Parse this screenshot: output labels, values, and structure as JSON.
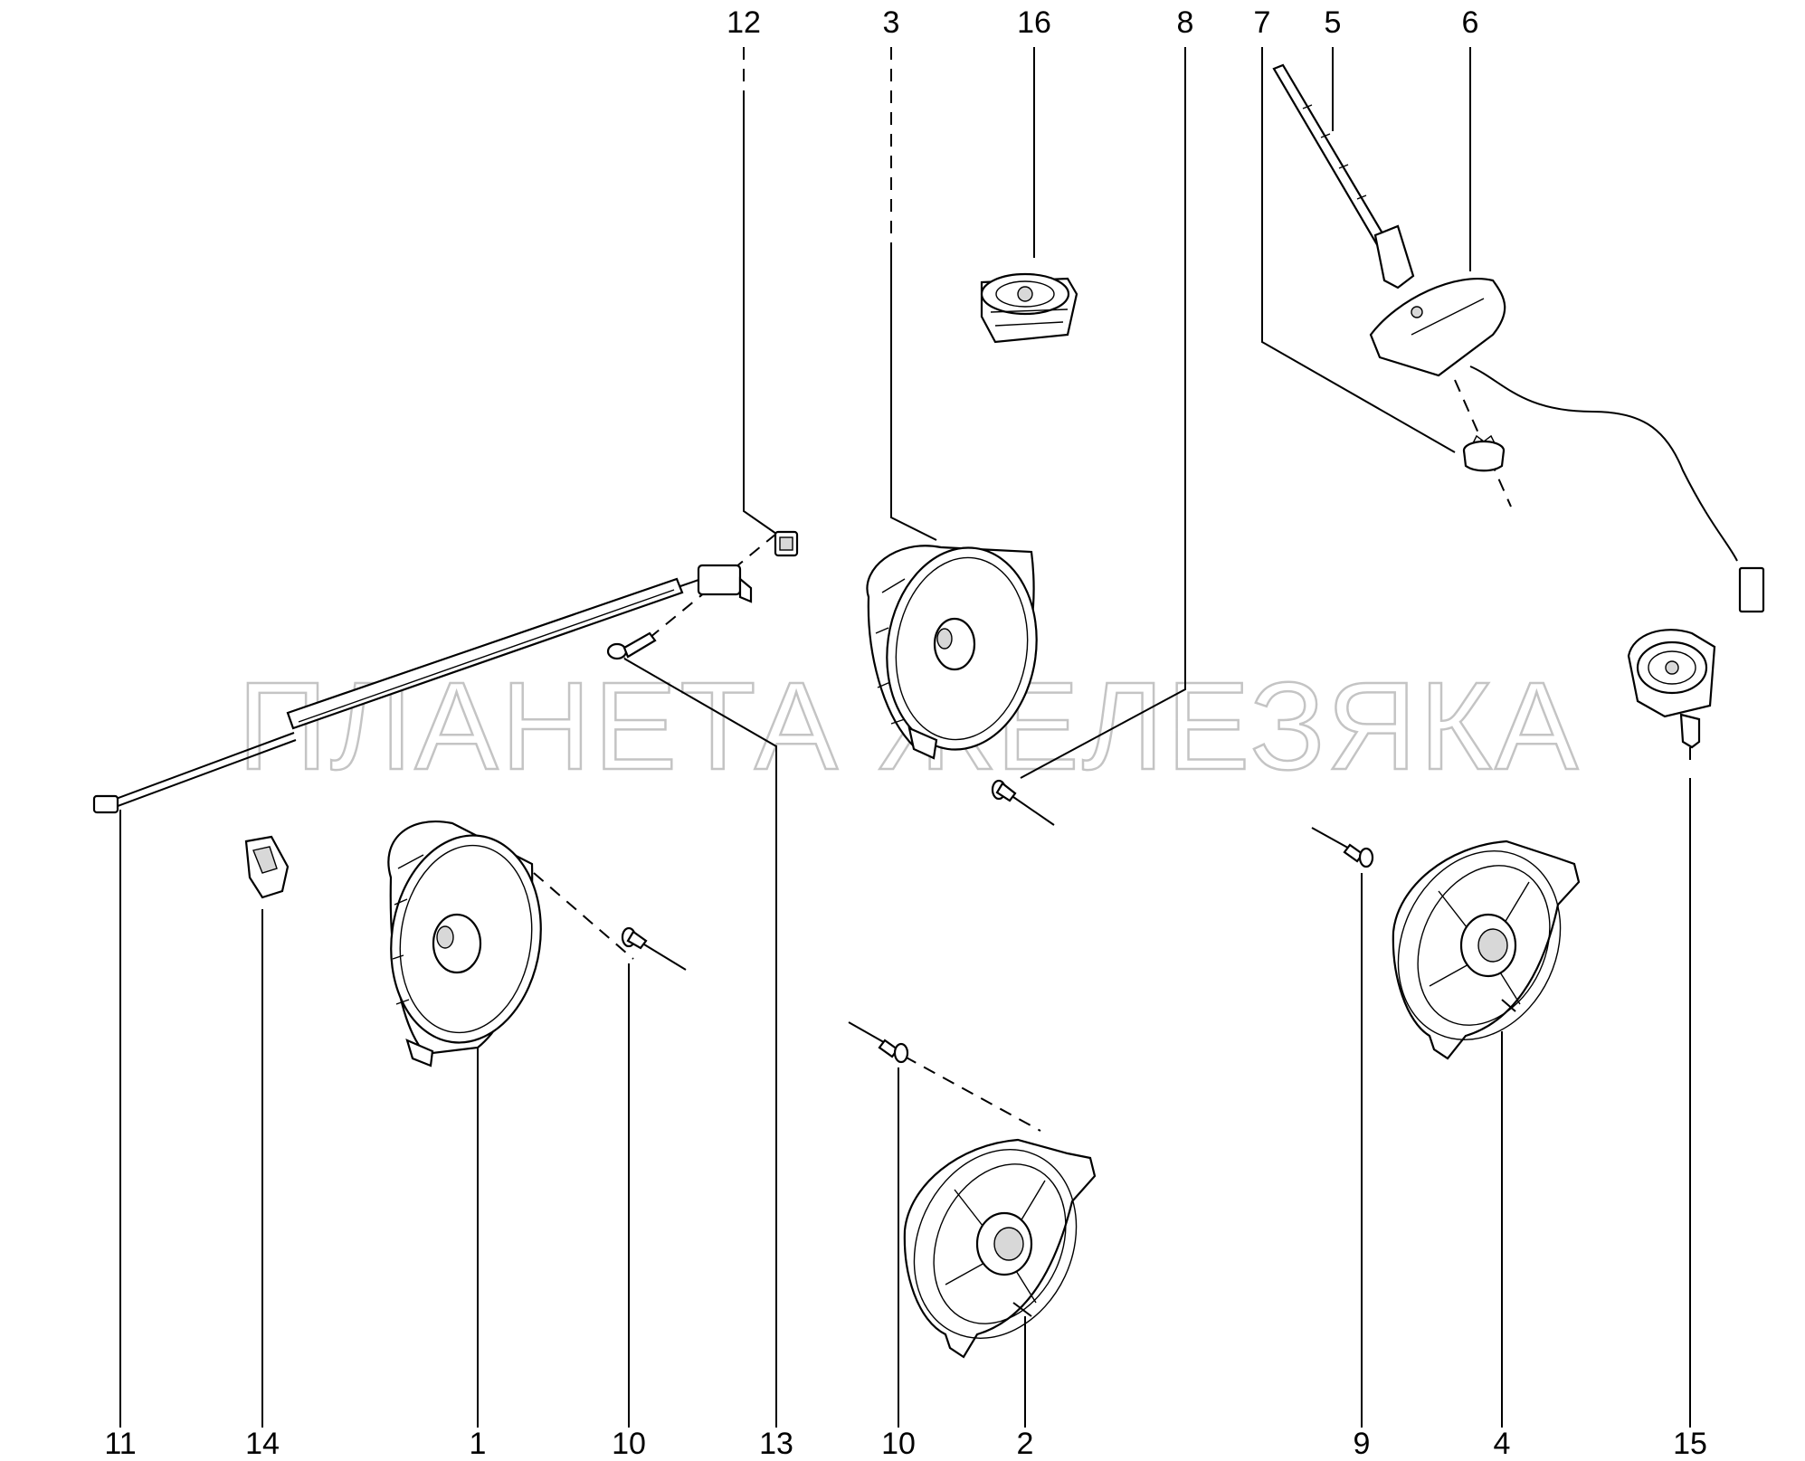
{
  "watermark": "ПЛАНЕТА ЖЕЛЕЗЯКА",
  "callouts": {
    "c1": "1",
    "c2": "2",
    "c3": "3",
    "c4": "4",
    "c5": "5",
    "c6": "6",
    "c7": "7",
    "c8": "8",
    "c9": "9",
    "c10a": "10",
    "c10b": "10",
    "c11": "11",
    "c12": "12",
    "c13": "13",
    "c14": "14",
    "c15": "15",
    "c16": "16"
  }
}
